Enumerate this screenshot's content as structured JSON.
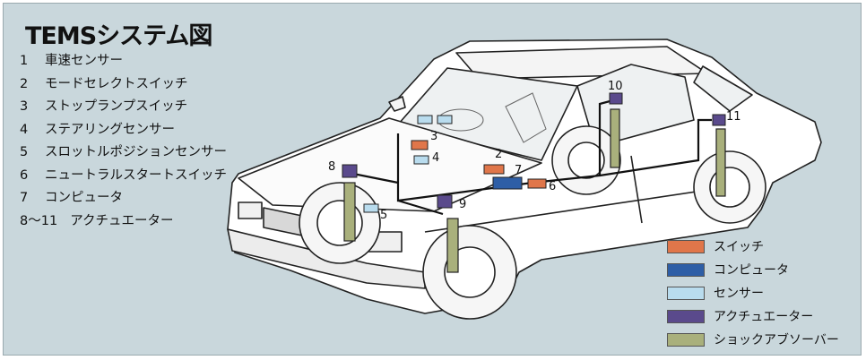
{
  "title": "TEMSシステム図",
  "components": [
    {
      "num": "1",
      "label": "車速センサー"
    },
    {
      "num": "2",
      "label": "モードセレクトスイッチ"
    },
    {
      "num": "3",
      "label": "ストップランプスイッチ"
    },
    {
      "num": "4",
      "label": "ステアリングセンサー"
    },
    {
      "num": "5",
      "label": "スロットルポジションセンサー"
    },
    {
      "num": "6",
      "label": "ニュートラルスタートスイッチ"
    },
    {
      "num": "7",
      "label": "コンピュータ"
    },
    {
      "num": "8～11",
      "label": "アクチュエーター"
    }
  ],
  "callouts": [
    "2",
    "3",
    "4",
    "5",
    "6",
    "7",
    "8",
    "9",
    "10",
    "11"
  ],
  "legend": [
    {
      "label": "スイッチ",
      "color": "#e0764a"
    },
    {
      "label": "コンピュータ",
      "color": "#2e5ea6"
    },
    {
      "label": "センサー",
      "color": "#b9dcee"
    },
    {
      "label": "アクチュエーター",
      "color": "#5a4a8c"
    },
    {
      "label": "ショックアブソーバー",
      "color": "#a9b07c"
    }
  ],
  "colors": {
    "background": "#c9d7dc",
    "car_body": "#ffffff",
    "outline": "#222222",
    "wire": "#111111"
  }
}
